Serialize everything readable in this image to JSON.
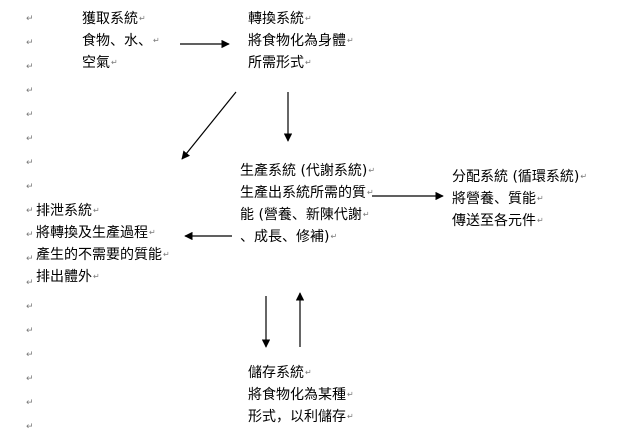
{
  "paragraph_mark": "↵",
  "nodes": {
    "acquisition": {
      "lines": [
        "獲取系統",
        "食物、水、",
        "空氣"
      ]
    },
    "conversion": {
      "lines": [
        "轉換系統",
        "將食物化為身體",
        "所需形式"
      ]
    },
    "production": {
      "lines": [
        "生產系統 (代謝系統)",
        "生產出系統所需的質",
        "能 (營養、新陳代謝",
        "、成長、修補)"
      ]
    },
    "distribution": {
      "lines": [
        "分配系統 (循環系統)",
        "將營養、質能",
        "傳送至各元件"
      ]
    },
    "excretion": {
      "lines": [
        "排泄系統",
        "將轉換及生產過程",
        "產生的不需要的質能",
        "排出體外"
      ]
    },
    "storage": {
      "lines": [
        "儲存系統",
        "將食物化為某種",
        "形式，以利儲存"
      ]
    }
  },
  "colors": {
    "text": "#000000",
    "marks": "#7a7a7a"
  }
}
